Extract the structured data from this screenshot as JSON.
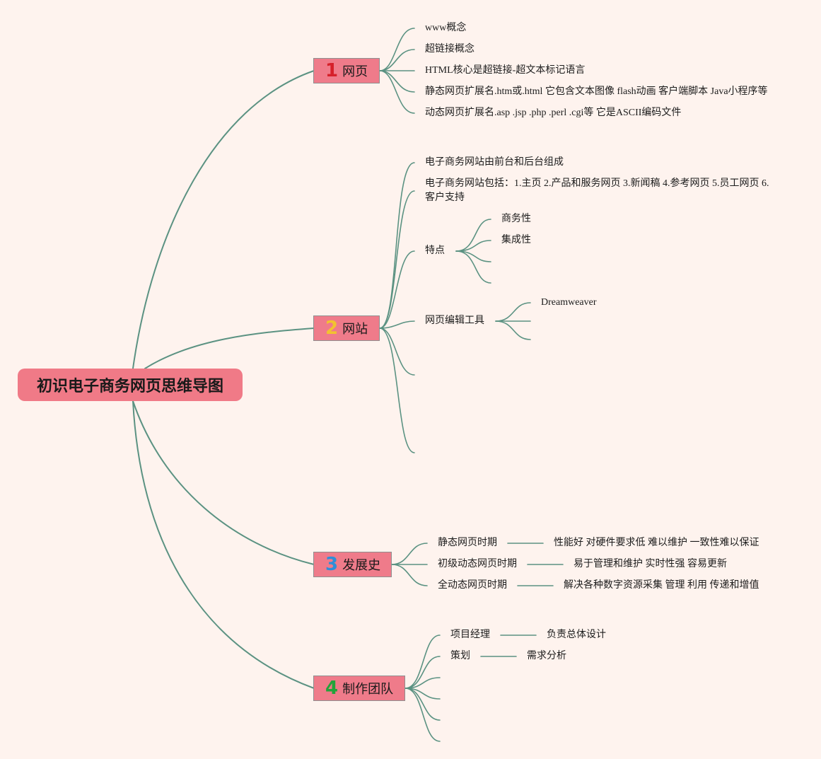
{
  "title": "初识电子商务网页思维导图",
  "colors": {
    "background": "#fef3ee",
    "root_fill": "#f07a87",
    "topic_fill": "#ef7b8a",
    "connector": "#5b9282",
    "num1": "#d6202a",
    "num2": "#f2c230",
    "num3": "#2f8ed8",
    "num4": "#23a33a"
  },
  "topics": [
    {
      "num": "1",
      "label": "网页",
      "items": [
        "www概念",
        "超链接概念",
        "HTML核心是超链接-超文本标记语言",
        "静态网页扩展名.htm或.html 它包含文本图像 flash动画 客户端脚本 Java小程序等",
        "动态网页扩展名.asp .jsp .php .perl .cgi等 它是ASCII编码文件"
      ]
    },
    {
      "num": "2",
      "label": "网站",
      "items": [
        "电子商务网站由前台和后台组成",
        "电子商务网站包括：1.主页 2.产品和服务网页 3.新闻稿 4.参考网页 5.员工网页 6.客户支持",
        "特点",
        "网页编辑工具"
      ],
      "features": [
        "商务性",
        "集成性"
      ],
      "tools": [
        "Dreamweaver"
      ]
    },
    {
      "num": "3",
      "label": "发展史",
      "periods": [
        "静态网页时期",
        "初级动态网页时期",
        "全动态网页时期"
      ],
      "notes": [
        "性能好 对硬件要求低 难以维护 一致性难以保证",
        "易于管理和维护 实时性强 容易更新",
        "解决各种数字资源采集 管理 利用 传递和增值"
      ]
    },
    {
      "num": "4",
      "label": "制作团队",
      "roles": [
        "项目经理",
        "策划"
      ],
      "duties": [
        "负责总体设计",
        "需求分析"
      ]
    }
  ]
}
